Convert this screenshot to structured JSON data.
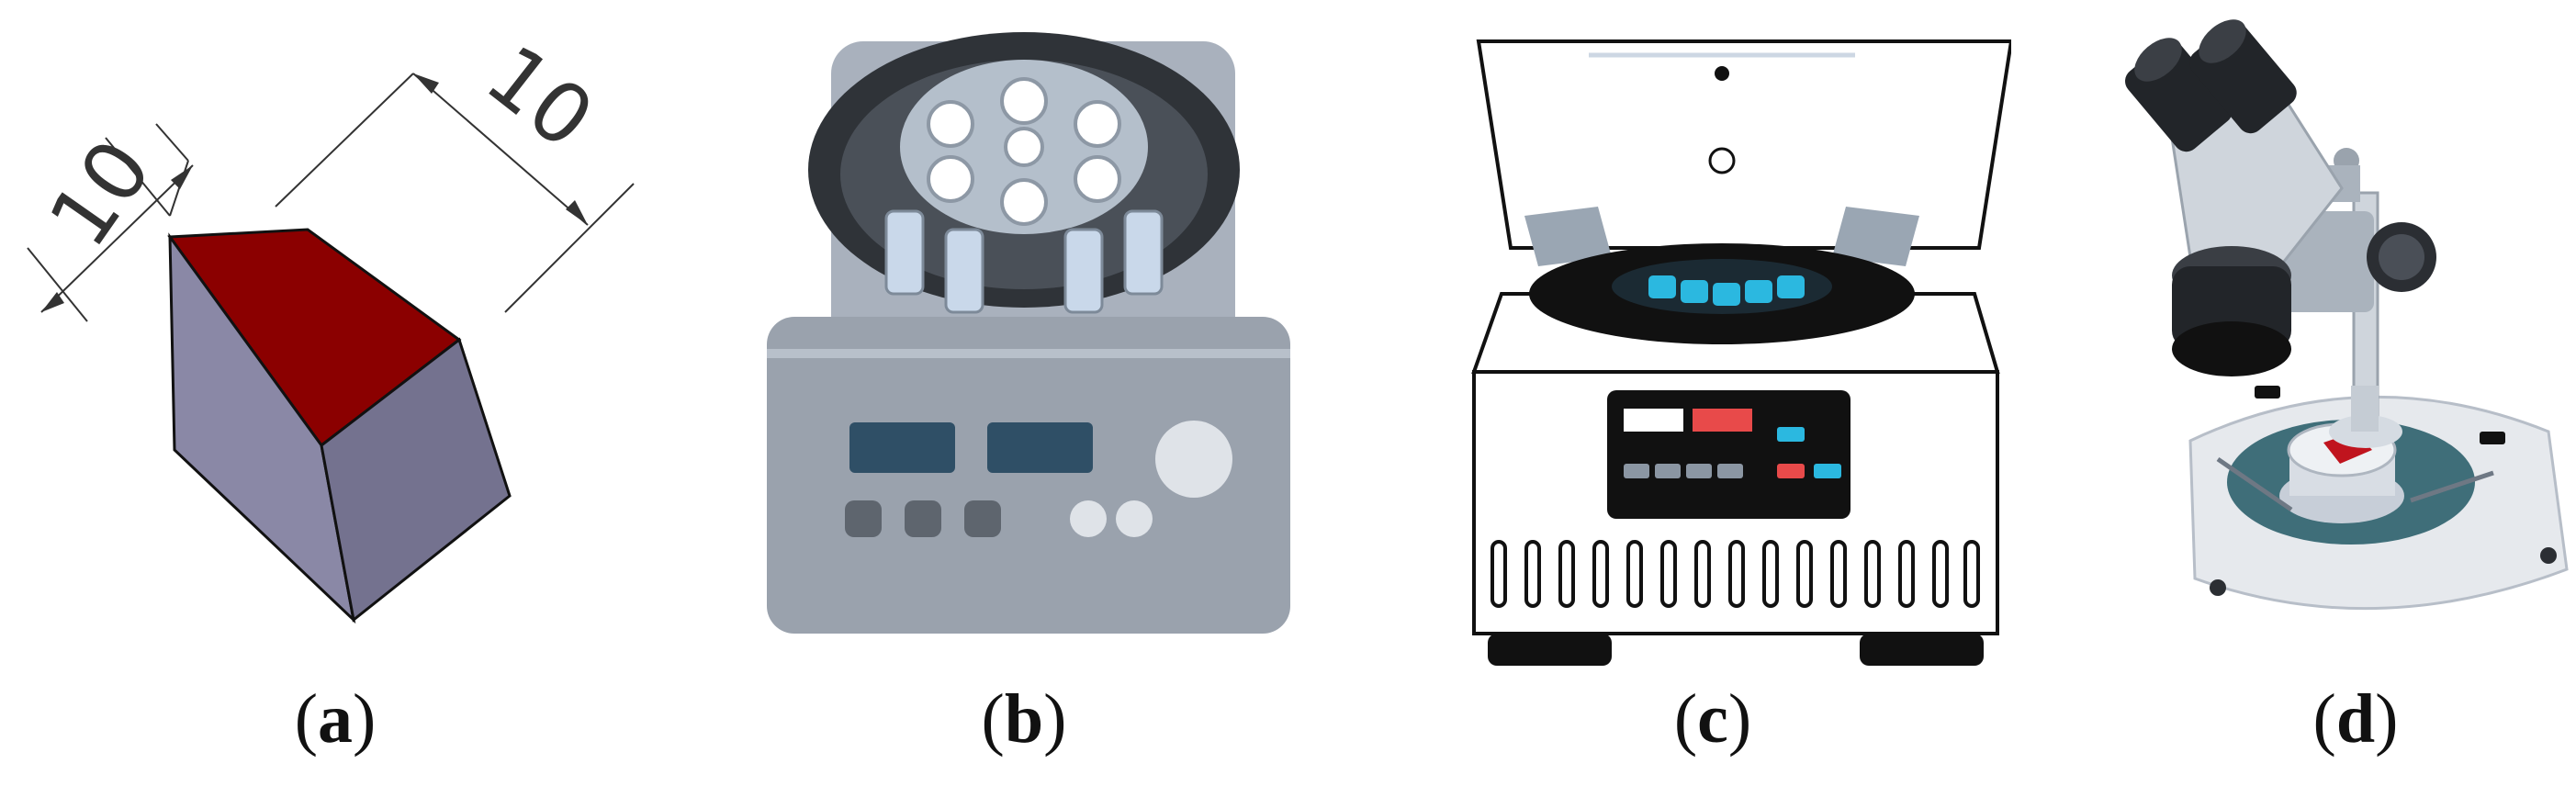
{
  "figure": {
    "panels": [
      {
        "id": "a",
        "caption_letter": "a",
        "dimension_1": "10",
        "dimension_2": "10",
        "colors": {
          "top": "#8b0000",
          "left": "#7a7896",
          "right": "#6a6886"
        }
      },
      {
        "id": "b",
        "caption_letter": "b"
      },
      {
        "id": "c",
        "caption_letter": "c",
        "accent": "#2bb8e0",
        "warning": "#e84a4a"
      },
      {
        "id": "d",
        "caption_letter": "d",
        "sample_color": "#c0141e"
      }
    ]
  }
}
